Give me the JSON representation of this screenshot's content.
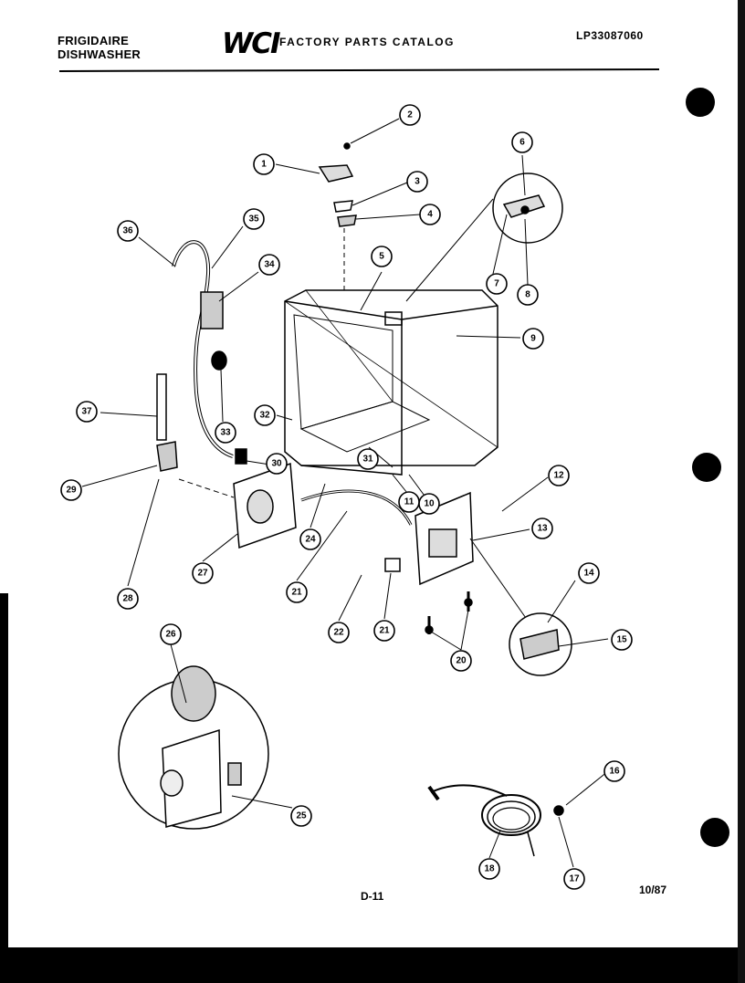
{
  "header": {
    "brand_line1": "FRIGIDAIRE",
    "brand_line2": "DISHWASHER",
    "logo": "WCI",
    "catalog_title": "FACTORY PARTS CATALOG",
    "model_number": "LP33087060"
  },
  "footer": {
    "page_number": "D-11",
    "date": "10/87"
  },
  "callouts": [
    "1",
    "2",
    "3",
    "4",
    "5",
    "6",
    "7",
    "8",
    "9",
    "10",
    "11",
    "12",
    "13",
    "14",
    "15",
    "16",
    "17",
    "18",
    "20",
    "21",
    "21",
    "22",
    "24",
    "25",
    "26",
    "27",
    "28",
    "29",
    "30",
    "31",
    "32",
    "33",
    "34",
    "35",
    "36",
    "37"
  ]
}
